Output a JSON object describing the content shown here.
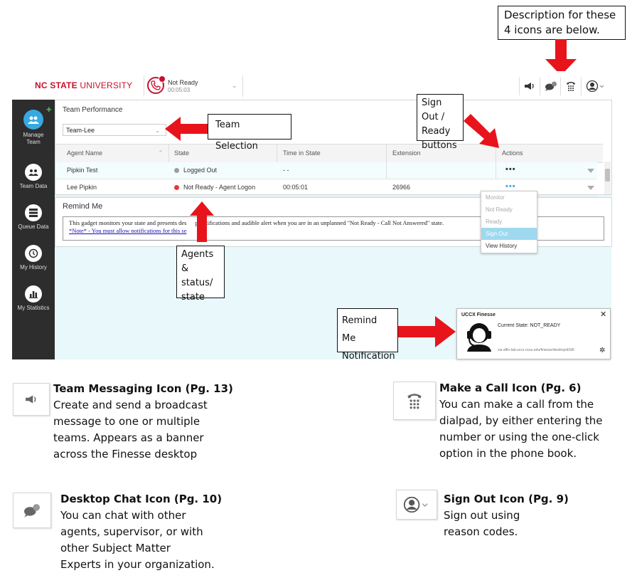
{
  "annotations": {
    "desc_box": "Description for these 4 icons are below.",
    "team_selection": "Team Selection",
    "signout_ready": "Sign Out / Ready buttons",
    "agents_status": "Agents & status/ state",
    "remind_notification": "Remind Me Notification"
  },
  "header": {
    "logo_bold": "NC STATE",
    "logo_rest": " UNIVERSITY",
    "agent_state": "Not Ready",
    "state_timer": "00:05:03",
    "colors": {
      "brand": "#c8102e",
      "not_ready": "#e53935",
      "logged_out": "#9e9e9e",
      "accent": "#36a9e1"
    }
  },
  "sidebar": {
    "items": [
      {
        "label": "Manage Team",
        "icon": "manage-team-icon"
      },
      {
        "label": "Team Data",
        "icon": "team-data-icon"
      },
      {
        "label": "Queue Data",
        "icon": "queue-data-icon"
      },
      {
        "label": "My History",
        "icon": "history-icon"
      },
      {
        "label": "My Statistics",
        "icon": "statistics-icon"
      }
    ]
  },
  "team_performance": {
    "title": "Team Performance",
    "team_selected": "Team-Lee",
    "columns": [
      "Agent Name",
      "State",
      "Time in State",
      "Extension",
      "Actions"
    ],
    "rows": [
      {
        "agent": "Pipkin Test",
        "state": "Logged Out",
        "time": "- -",
        "extension": "",
        "actions": "•••"
      },
      {
        "agent": "Lee Pipkin",
        "state": "Not Ready - Agent Logon",
        "time": "00:05:01",
        "extension": "26966",
        "actions": "•••"
      }
    ]
  },
  "actions_menu": [
    "Monitor",
    "Not Ready",
    "Ready",
    "Sign Out",
    "View History"
  ],
  "remind_me": {
    "title": "Remind Me",
    "text_a": "This gadget monitors your state and presents des",
    "text_b": "p notifications and audible alert when you are in an unplanned \"Not Ready - Call Not Answered\" state.",
    "note": "*Note* - You must allow notifications for this se"
  },
  "notification": {
    "title": "UCCX Finesse",
    "state": "Current State: NOT_READY",
    "url": "via affin-lab-uccx.ncsu.edu/finesse/desktop/d3d5",
    "close": "✕",
    "gear": "✲"
  },
  "legend": [
    {
      "title": "Team Messaging Icon (Pg. 13)",
      "lines": [
        "Create and send a broadcast",
        "message to one or multiple",
        "teams. Appears as a banner",
        "across the Finesse desktop"
      ]
    },
    {
      "title": "Make a Call Icon (Pg. 6)",
      "lines": [
        "You can make a call from the",
        "dialpad, by either entering the",
        "number or using the one-click",
        "option in the phone book."
      ]
    },
    {
      "title": "Desktop Chat Icon (Pg. 10)",
      "lines": [
        "You can chat with other",
        "agents, supervisor, or with",
        "other Subject Matter",
        "Experts in your organization."
      ]
    },
    {
      "title": "Sign Out Icon (Pg. 9)",
      "lines": [
        "Sign out using",
        "reason codes."
      ]
    }
  ]
}
